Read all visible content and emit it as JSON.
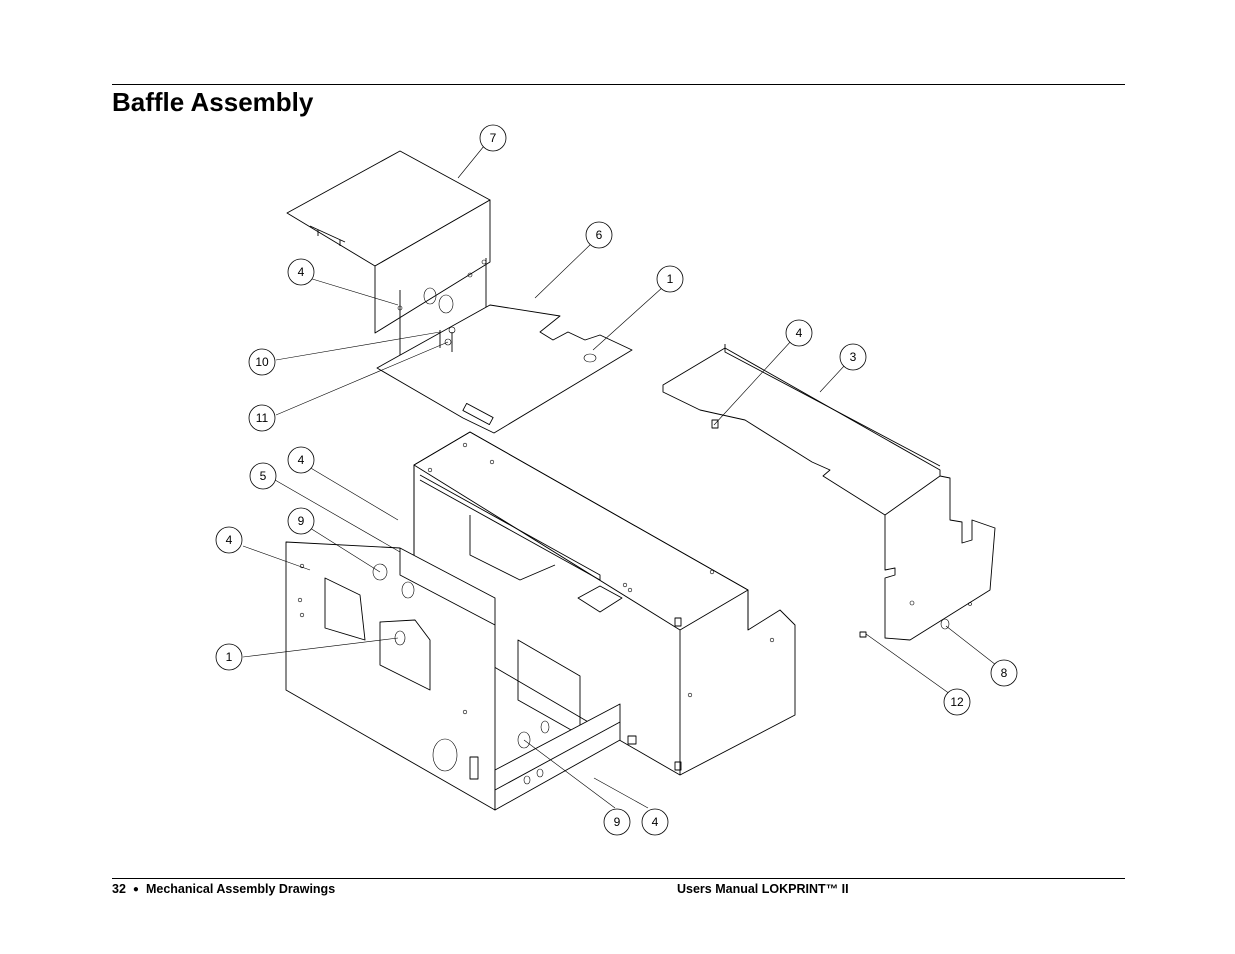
{
  "page": {
    "title": "Baffle Assembly",
    "footer": {
      "page_number": "32",
      "bullet": "●",
      "section": "Mechanical Assembly Drawings",
      "manual": "Users Manual LOKPRINT™ II"
    }
  },
  "drawing": {
    "callouts": [
      {
        "id": "c7",
        "label": "7"
      },
      {
        "id": "c6",
        "label": "6"
      },
      {
        "id": "c1a",
        "label": "1"
      },
      {
        "id": "c4a",
        "label": "4"
      },
      {
        "id": "c4b",
        "label": "4"
      },
      {
        "id": "c3",
        "label": "3"
      },
      {
        "id": "c10",
        "label": "10"
      },
      {
        "id": "c11",
        "label": "11"
      },
      {
        "id": "c4c",
        "label": "4"
      },
      {
        "id": "c5",
        "label": "5"
      },
      {
        "id": "c9a",
        "label": "9"
      },
      {
        "id": "c4d",
        "label": "4"
      },
      {
        "id": "c1b",
        "label": "1"
      },
      {
        "id": "c8",
        "label": "8"
      },
      {
        "id": "c12",
        "label": "12"
      },
      {
        "id": "c9b",
        "label": "9"
      },
      {
        "id": "c4e",
        "label": "4"
      }
    ]
  }
}
